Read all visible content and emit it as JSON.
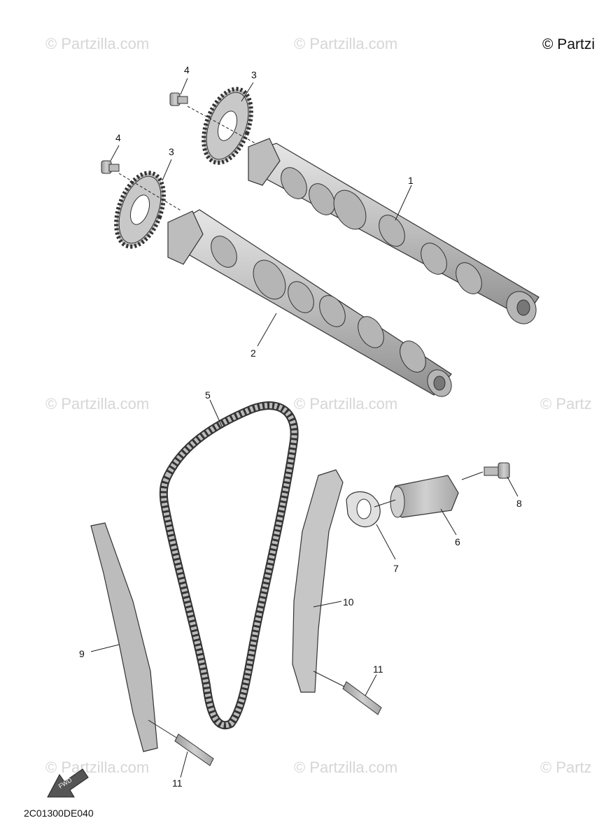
{
  "copyright": "© Partzi",
  "watermark": "© Partzilla.com",
  "watermark_right": "© Partz",
  "diagram_code": "2C01300DE040",
  "fwd_label": "FWD",
  "callouts": {
    "c1": "1",
    "c2": "2",
    "c3a": "3",
    "c3b": "3",
    "c4a": "4",
    "c4b": "4",
    "c5": "5",
    "c6": "6",
    "c7": "7",
    "c8": "8",
    "c9": "9",
    "c10": "10",
    "c11a": "11",
    "c11b": "11"
  },
  "colors": {
    "part_fill": "#c8c8c8",
    "part_stroke": "#333333",
    "watermark": "#d6d6d6"
  }
}
